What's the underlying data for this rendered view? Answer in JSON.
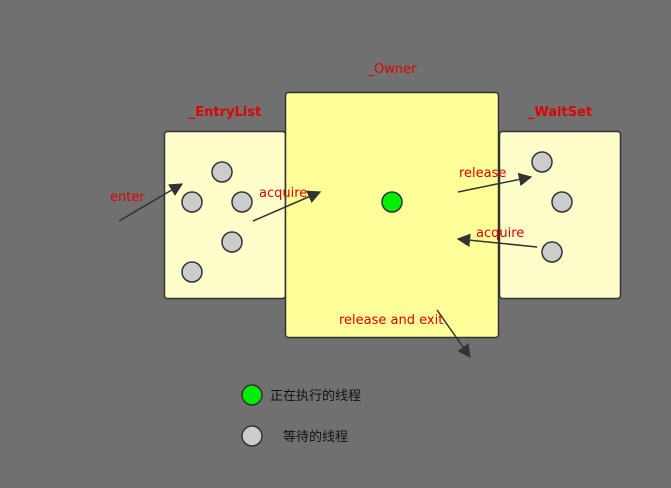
{
  "colors": {
    "background": "#707070",
    "box_fill_light": "#ffffcc",
    "box_fill_owner": "#ffff99",
    "label_red": "#e00000",
    "running_thread": "#00ee00",
    "waiting_thread": "#cccccc",
    "outline": "#333333"
  },
  "regions": {
    "entry_list": "_EntryList",
    "owner": "_Owner",
    "wait_set": "_WaitSet"
  },
  "arrows": {
    "enter": "enter",
    "acquire_from_entry": "acquire",
    "release_to_wait": "release",
    "acquire_from_wait": "acquire",
    "release_and_exit": "release and exit"
  },
  "legend": {
    "running": "正在执行的线程",
    "waiting": "等待的线程"
  }
}
